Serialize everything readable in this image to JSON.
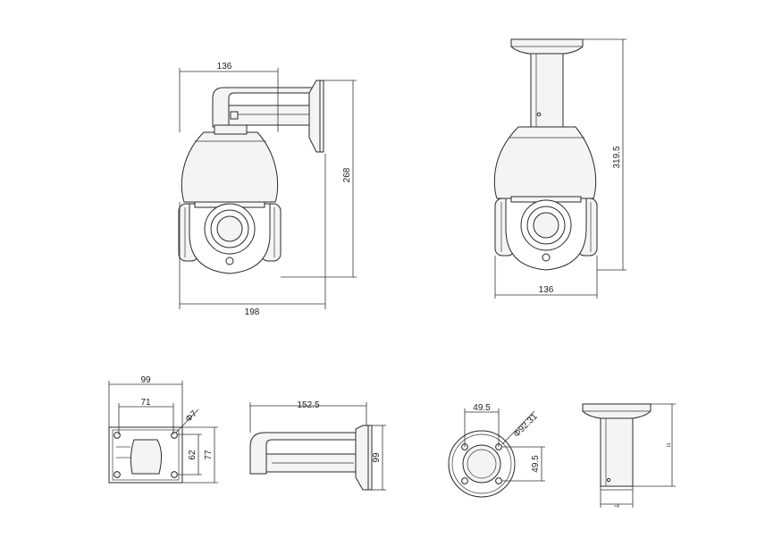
{
  "views": {
    "wall_mount": {
      "width_top": "136",
      "width_bottom": "198",
      "height": "268"
    },
    "pendant_mount": {
      "height": "319.5",
      "width": "136"
    },
    "mount_plate": {
      "outer_width": "99",
      "inner_width": "71",
      "hole_dia": "Φ7",
      "inner_height": "62",
      "outer_height": "77"
    },
    "wall_bracket": {
      "length": "152.5",
      "plate_height": "99"
    },
    "flange": {
      "hole_spacing_x": "49.5",
      "outer_dia": "Φ92.31",
      "hole_spacing_y": "49.5"
    },
    "pendant_pole": {
      "height": "11",
      "base": "≈4"
    }
  }
}
